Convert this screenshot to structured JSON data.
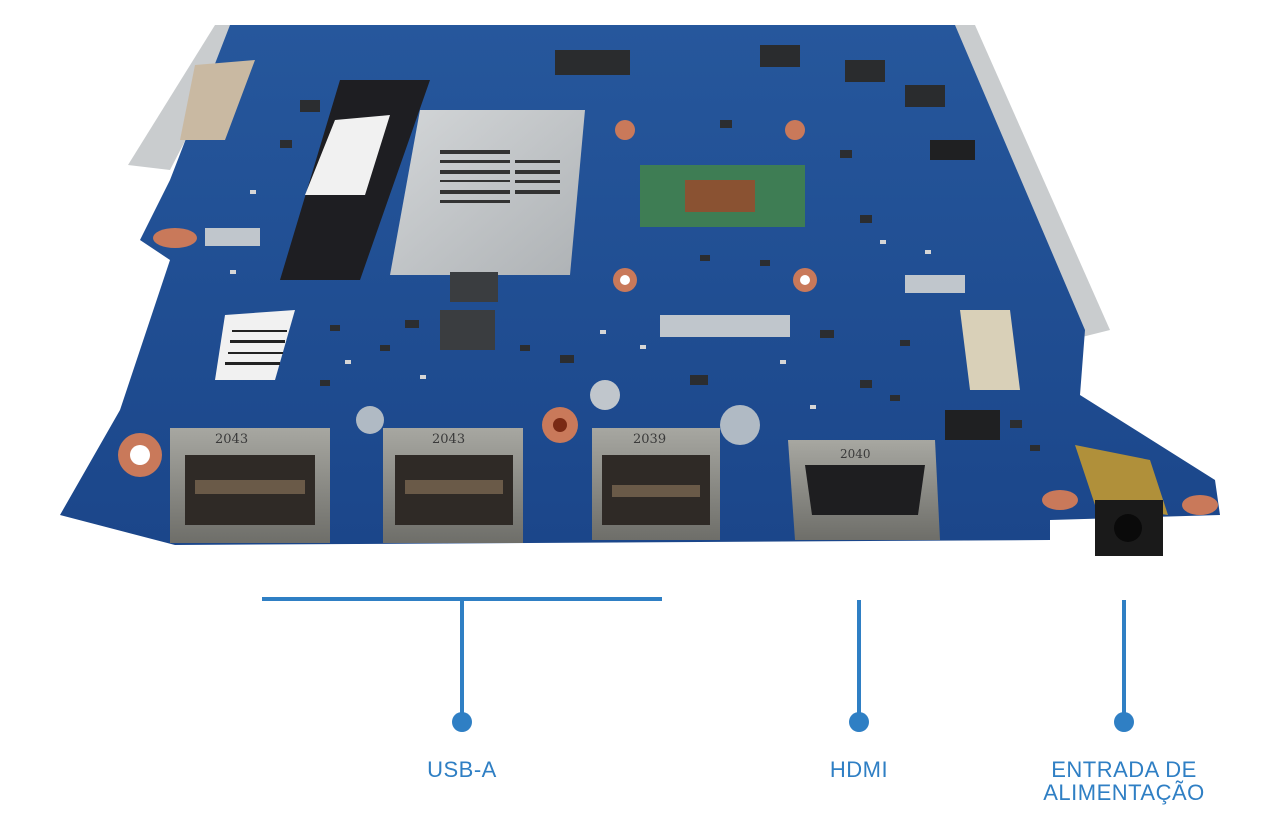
{
  "colors": {
    "accent": "#2f7fc4",
    "board": "#1f4f96",
    "port_metal": "#8a8a84"
  },
  "board": {
    "port_codes": [
      "2043",
      "2043",
      "2039",
      "2040"
    ]
  },
  "labels": {
    "usb": "USB-A",
    "hdmi": "HDMI",
    "power_line1": "ENTRADA DE",
    "power_line2": "ALIMENTAÇÃO"
  }
}
